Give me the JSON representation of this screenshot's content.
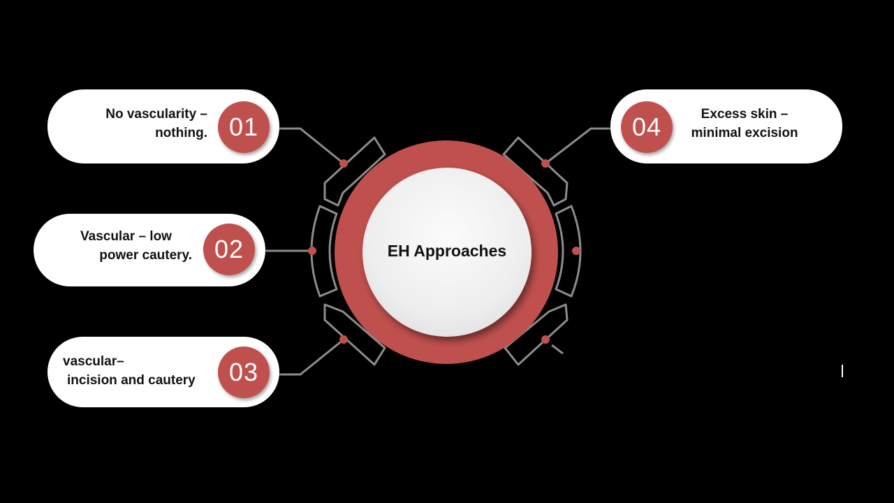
{
  "center": {
    "title": "EH Approaches"
  },
  "items": [
    {
      "number": "01",
      "line1": "No vascularity –",
      "line2": "nothing."
    },
    {
      "number": "02",
      "line1": "Vascular – low",
      "line2": "power cautery."
    },
    {
      "number": "03",
      "line1": "vascular–",
      "line2": "incision and cautery"
    },
    {
      "number": "04",
      "line1": "Excess skin –",
      "line2": "minimal excision"
    }
  ],
  "colors": {
    "background": "#000000",
    "accent": "#c0504d",
    "connector": "#8c8c8c",
    "pill": "#ffffff"
  }
}
